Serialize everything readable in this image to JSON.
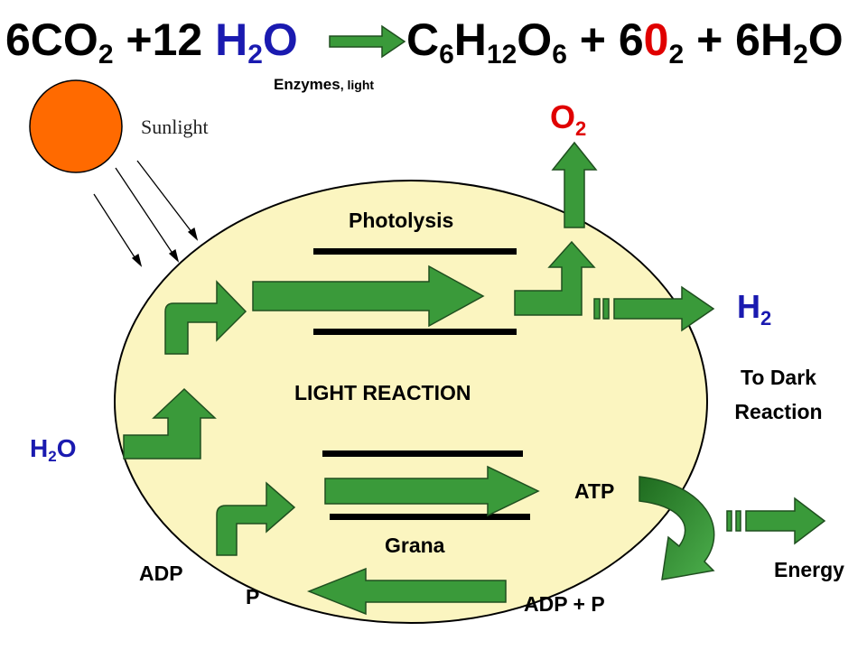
{
  "equation": {
    "left": {
      "co2": "6CO",
      "co2_sub": "2",
      "plus": " +12 ",
      "h2o_h": "H",
      "h2o_sub": "2",
      "h2o_o": "O"
    },
    "right": {
      "c": "C",
      "c_sub": "6",
      "h": "H",
      "h_sub": "12",
      "o": "O",
      "o_sub": "6",
      "plus1": " + 6",
      "zero": "0",
      "o2_sub": "2",
      "plus2": " + 6H",
      "h2_sub": "2",
      "water_o": "O"
    },
    "conditions": {
      "enzymes": "Enzymes",
      "light": ", light"
    }
  },
  "labels": {
    "sunlight": "Sunlight",
    "photolysis": "Photolysis",
    "light_reaction": "LIGHT REACTION",
    "grana": "Grana",
    "atp": "ATP",
    "adp": "ADP",
    "p": "P",
    "adp_p": "ADP + P",
    "energy": "Energy",
    "to_dark_line1": "To Dark",
    "to_dark_line2": "Reaction"
  },
  "molecules": {
    "o2": {
      "sym": "O",
      "sub": "2"
    },
    "h2": {
      "sym": "H",
      "sub": "2"
    },
    "h2o": {
      "h": "H",
      "sub": "2",
      "o": "O"
    }
  },
  "colors": {
    "chloroplast": "#fbf5c0",
    "arrow_green": "#3a9a3a",
    "sun": "#ff6a00",
    "blue": "#1a1ab0",
    "red": "#e00000"
  }
}
